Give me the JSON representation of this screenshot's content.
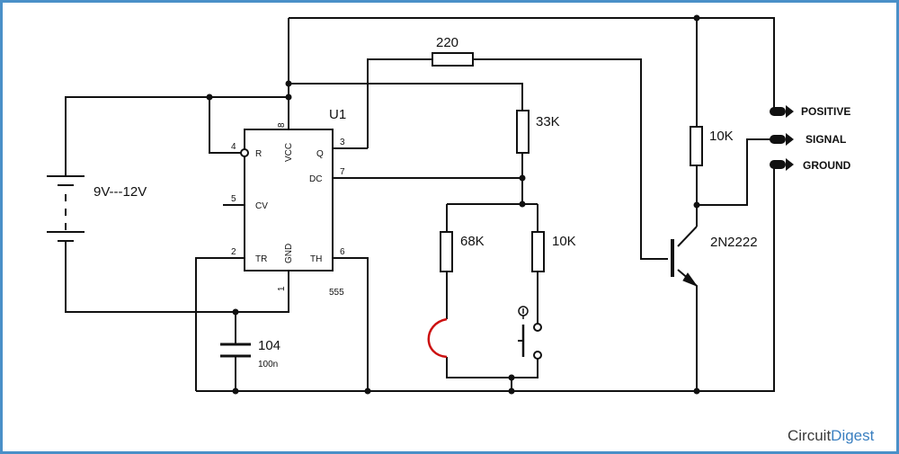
{
  "ic": {
    "ref": "U1",
    "part": "555",
    "pins": {
      "r_name": "R",
      "r_num": "4",
      "cv_name": "CV",
      "cv_num": "5",
      "tr_name": "TR",
      "tr_num": "2",
      "vcc_name": "VCC",
      "vcc_num": "8",
      "gnd_name": "GND",
      "gnd_num": "1",
      "q_name": "Q",
      "q_num": "3",
      "dc_name": "DC",
      "dc_num": "7",
      "th_name": "TH",
      "th_num": "6"
    }
  },
  "battery": {
    "label": "9V---12V"
  },
  "resistors": {
    "r220": "220",
    "r33k": "33K",
    "r68k": "68K",
    "r10k_mid": "10K",
    "r10k_right": "10K"
  },
  "capacitor": {
    "code": "104",
    "value": "100n"
  },
  "transistor": {
    "label": "2N2222"
  },
  "terminals": {
    "positive": "POSITIVE",
    "signal": "SIGNAL",
    "ground": "GROUND"
  },
  "brand": {
    "part1": "Circuit",
    "part2": "Digest"
  },
  "colors": {
    "wire": "#111111",
    "sensor_wire": "#cc1111",
    "frame": "#4a90c8",
    "brand_blue": "#3a7fc0"
  }
}
